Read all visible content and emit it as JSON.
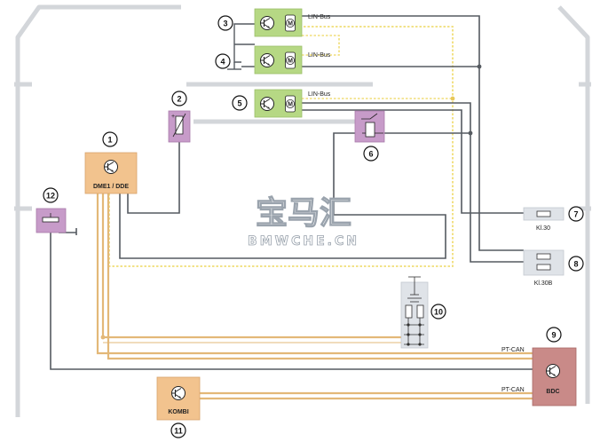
{
  "components": [
    {
      "id": "1",
      "label": "DME1 / DDE"
    },
    {
      "id": "2",
      "label": ""
    },
    {
      "id": "3",
      "label": ""
    },
    {
      "id": "4",
      "label": ""
    },
    {
      "id": "5",
      "label": ""
    },
    {
      "id": "6",
      "label": ""
    },
    {
      "id": "7",
      "label": "Kl.30"
    },
    {
      "id": "8",
      "label": "Kl.30B"
    },
    {
      "id": "9",
      "label": "BDC"
    },
    {
      "id": "10",
      "label": ""
    },
    {
      "id": "11",
      "label": "KOMBI"
    },
    {
      "id": "12",
      "label": ""
    }
  ],
  "bus_labels": {
    "lin_3": "LIN-Bus",
    "lin_4": "LIN-Bus",
    "lin_5": "LIN-Bus",
    "ptcan_upper": "PT-CAN",
    "ptcan_lower": "PT-CAN"
  },
  "motor_letter": "M",
  "watermark": {
    "main": "宝马汇",
    "sub": "BMWCHE.CN"
  },
  "colors": {
    "ecu_orange": "#f2c38e",
    "motor_green": "#b6d884",
    "relay_purple": "#c79bc9",
    "bdc_red": "#c98a88",
    "fuse_gray": "#dfe3e8",
    "can_bus": "#e3b878",
    "lin_bus": "#f0de78",
    "wire": "#555a60",
    "frame": "#d3d6da"
  }
}
